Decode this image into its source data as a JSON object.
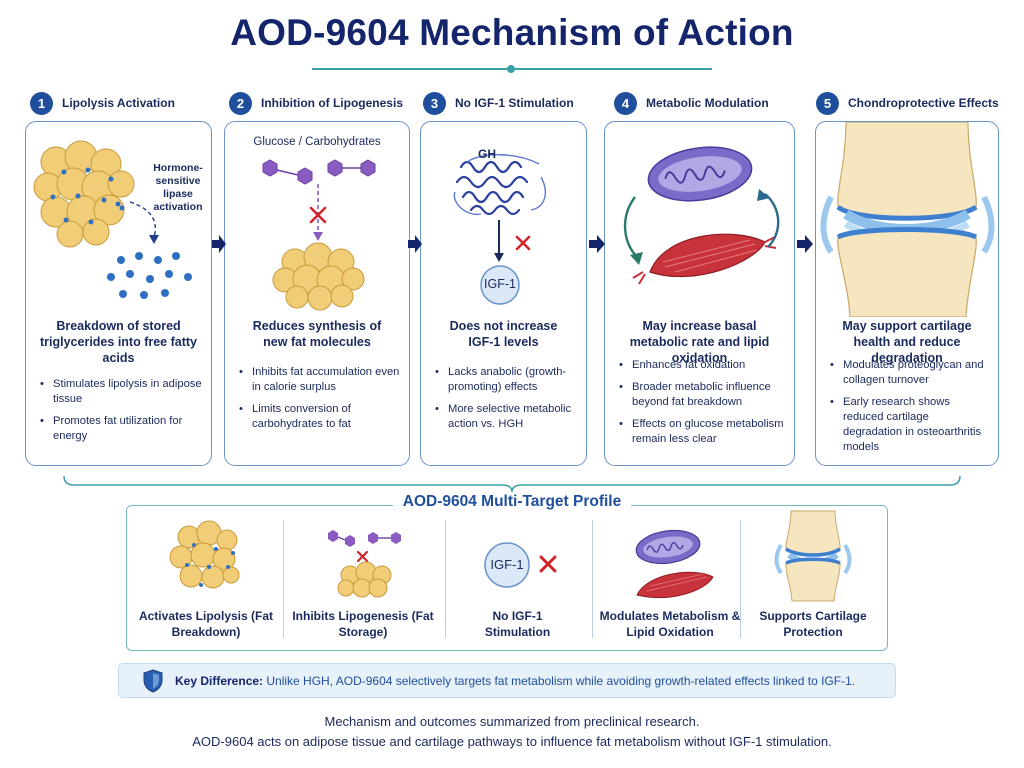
{
  "title": "AOD-9604 Mechanism of Action",
  "steps": [
    {
      "number": "1",
      "title": "Lipolysis Activation",
      "annotation": [
        "Hormone-",
        "sensitive",
        "lipase",
        "activation"
      ],
      "main": "Breakdown of stored triglycerides into free fatty acids",
      "bullets": [
        "Stimulates lipolysis in adipose tissue",
        "Promotes fat utilization for energy"
      ]
    },
    {
      "number": "2",
      "title": "Inhibition of Lipogenesis",
      "top_label": "Glucose / Carbohydrates",
      "main": "Reduces synthesis of new fat molecules",
      "bullets": [
        "Inhibits fat accumulation even in calorie surplus",
        "Limits conversion of carbohydrates to fat"
      ]
    },
    {
      "number": "3",
      "title": "No IGF-1 Stimulation",
      "gh_label": "GH",
      "igf_label": "IGF-1",
      "main": "Does not increase IGF-1 levels",
      "bullets": [
        "Lacks anabolic (growth-promoting) effects",
        "More selective metabolic action vs. HGH"
      ]
    },
    {
      "number": "4",
      "title": "Metabolic Modulation",
      "main": "May increase basal metabolic rate and lipid oxidation",
      "bullets": [
        "Enhances fat oxidation",
        "Broader metabolic influence beyond fat breakdown",
        "Effects on glucose metabolism remain less clear"
      ]
    },
    {
      "number": "5",
      "title": "Chondroprotective Effects",
      "main": "May support cartilage health and reduce degradation",
      "bullets": [
        "Modulates proteoglycan and collagen turnover",
        "Early research shows reduced cartilage degradation in osteoarthritis models"
      ]
    }
  ],
  "profile": {
    "title": "AOD-9604 Multi-Target Profile",
    "igf_label": "IGF-1",
    "items": [
      "Activates Lipolysis (Fat Breakdown)",
      "Inhibits Lipogenesis (Fat Storage)",
      "No IGF-1 Stimulation",
      "Modulates Metabolism & Lipid Oxidation",
      "Supports Cartilage Protection"
    ]
  },
  "key": {
    "label": "Key Difference:",
    "text": "Unlike HGH, AOD-9604 selectively targets fat metabolism while avoiding growth-related effects linked to IGF-1."
  },
  "footer": [
    "Mechanism and outcomes summarized from preclinical research.",
    "AOD-9604 acts on adipose tissue and cartilage pathways to influence fat metabolism without IGF-1 stimulation."
  ],
  "colors": {
    "navy": "#15256b",
    "accent_blue": "#1f4f9c",
    "teal": "#3aa0a8",
    "fat_cell": "#f0c96a",
    "molecule": "#8a5cc2",
    "x_mark": "#d2232a",
    "muscle": "#c8323a",
    "mitochondria": "#7b6bc9"
  }
}
